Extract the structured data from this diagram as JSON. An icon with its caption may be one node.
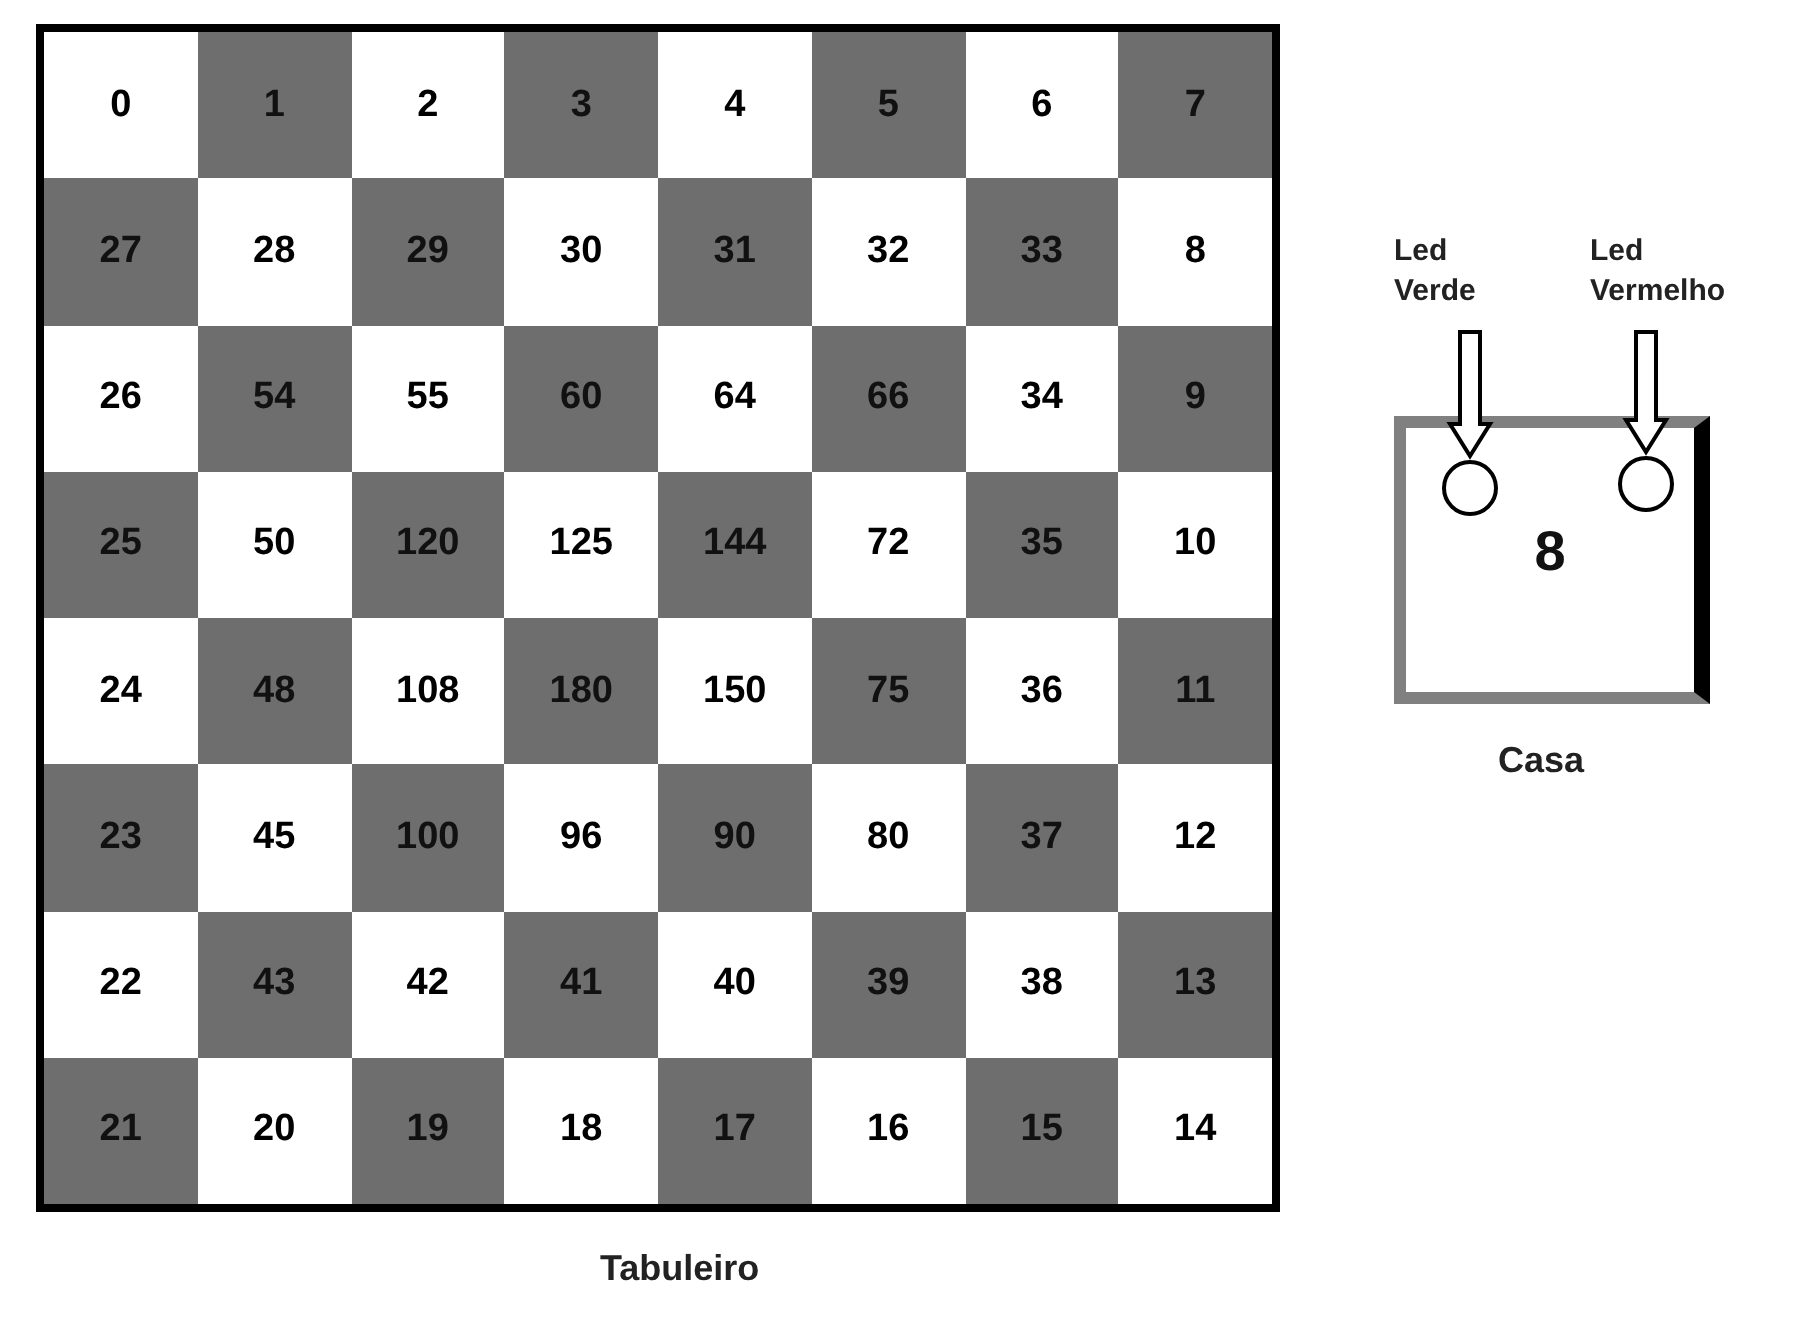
{
  "diagram": {
    "nodes": [
      {
        "text": [],
        "shape": "box",
        "beside": [
          "Tabuleiro"
        ]
      },
      {
        "text": [
          "0"
        ],
        "in": 0
      },
      {
        "text": [
          "1"
        ],
        "in": 0
      },
      {
        "text": [
          "2"
        ],
        "in": 0
      },
      {
        "text": [
          "3"
        ],
        "in": 0
      },
      {
        "text": [
          "4"
        ],
        "in": 0
      },
      {
        "text": [
          "5"
        ],
        "in": 0
      },
      {
        "text": [
          "6"
        ],
        "in": 0
      },
      {
        "text": [
          "7"
        ],
        "in": 0
      },
      {
        "text": [
          "27"
        ],
        "in": 0
      },
      {
        "text": [
          "28"
        ],
        "in": 0
      },
      {
        "text": [
          "29"
        ],
        "in": 0
      },
      {
        "text": [
          "30"
        ],
        "in": 0
      },
      {
        "text": [
          "31"
        ],
        "in": 0
      },
      {
        "text": [
          "32"
        ],
        "in": 0
      },
      {
        "text": [
          "33"
        ],
        "in": 0
      },
      {
        "text": [
          "8"
        ],
        "in": 0
      },
      {
        "text": [
          "26"
        ],
        "in": 0
      },
      {
        "text": [
          "54"
        ],
        "in": 0
      },
      {
        "text": [
          "55"
        ],
        "in": 0
      },
      {
        "text": [
          "60"
        ],
        "in": 0
      },
      {
        "text": [
          "64"
        ],
        "in": 0
      },
      {
        "text": [
          "66"
        ],
        "in": 0
      },
      {
        "text": [
          "34"
        ],
        "in": 0
      },
      {
        "text": [
          "9"
        ],
        "in": 0
      },
      {
        "text": [
          "25"
        ],
        "in": 0
      },
      {
        "text": [
          "50"
        ],
        "in": 0
      },
      {
        "text": [
          "120"
        ],
        "in": 0
      },
      {
        "text": [
          "125"
        ],
        "in": 0
      },
      {
        "text": [
          "144"
        ],
        "in": 0
      },
      {
        "text": [
          "72"
        ],
        "in": 0
      },
      {
        "text": [
          "35"
        ],
        "in": 0
      },
      {
        "text": [
          "10"
        ],
        "in": 0
      },
      {
        "text": [
          "24"
        ],
        "in": 0
      },
      {
        "text": [
          "48"
        ],
        "in": 0
      },
      {
        "text": [
          "108"
        ],
        "in": 0
      },
      {
        "text": [
          "180"
        ],
        "in": 0
      },
      {
        "text": [
          "150"
        ],
        "in": 0
      },
      {
        "text": [
          "75"
        ],
        "in": 0
      },
      {
        "text": [
          "36"
        ],
        "in": 0
      },
      {
        "text": [
          "11"
        ],
        "in": 0
      },
      {
        "text": [
          "23"
        ],
        "in": 0
      },
      {
        "text": [
          "45"
        ],
        "in": 0
      },
      {
        "text": [
          "100"
        ],
        "in": 0
      },
      {
        "text": [
          "96"
        ],
        "in": 0
      },
      {
        "text": [
          "90"
        ],
        "in": 0
      },
      {
        "text": [
          "80"
        ],
        "in": 0
      },
      {
        "text": [
          "37"
        ],
        "in": 0
      },
      {
        "text": [
          "12"
        ],
        "in": 0
      },
      {
        "text": [
          "22"
        ],
        "in": 0
      },
      {
        "text": [
          "43"
        ],
        "in": 0
      },
      {
        "text": [
          "42"
        ],
        "in": 0
      },
      {
        "text": [
          "41"
        ],
        "in": 0
      },
      {
        "text": [
          "40"
        ],
        "in": 0
      },
      {
        "text": [
          "39"
        ],
        "in": 0
      },
      {
        "text": [
          "38"
        ],
        "in": 0
      },
      {
        "text": [
          "13"
        ],
        "in": 0
      },
      {
        "text": [
          "21"
        ],
        "in": 0
      },
      {
        "text": [
          "20"
        ],
        "in": 0
      },
      {
        "text": [
          "19"
        ],
        "in": 0
      },
      {
        "text": [
          "18"
        ],
        "in": 0
      },
      {
        "text": [
          "17"
        ],
        "in": 0
      },
      {
        "text": [
          "16"
        ],
        "in": 0
      },
      {
        "text": [
          "15"
        ],
        "in": 0
      },
      {
        "text": [
          "14"
        ],
        "in": 0
      },
      {
        "text": [
          "8"
        ],
        "beside": [
          "Casa"
        ]
      },
      {
        "text": [],
        "shape": "circle",
        "in": 65
      },
      {
        "text": [],
        "shape": "circle",
        "in": 65
      },
      {
        "text": [
          "Led Verde"
        ]
      },
      {
        "text": [
          "Led Vermelho"
        ]
      }
    ],
    "edges": [
      {
        "from": 68,
        "to": 66,
        "arrow": "to"
      },
      {
        "from": 69,
        "to": 67,
        "arrow": "to"
      }
    ]
  }
}
